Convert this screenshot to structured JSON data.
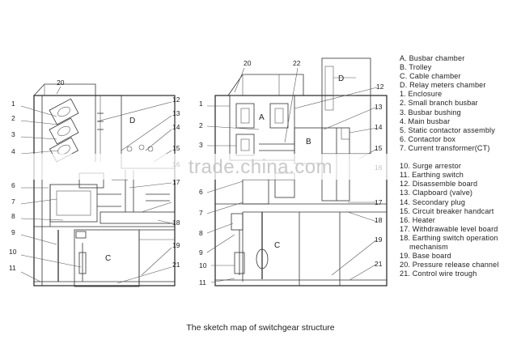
{
  "left_view": {
    "callouts": [
      "20",
      "1",
      "2",
      "3",
      "4",
      "6",
      "7",
      "8",
      "9",
      "10",
      "11",
      "12",
      "13",
      "14",
      "15",
      "16",
      "17",
      "18",
      "19",
      "21"
    ],
    "zones": [
      "D",
      "C"
    ]
  },
  "right_view": {
    "callouts": [
      "20",
      "22",
      "1",
      "2",
      "3",
      "6",
      "7",
      "8",
      "9",
      "10",
      "11",
      "12",
      "13",
      "14",
      "15",
      "16",
      "17",
      "18",
      "19",
      "21"
    ],
    "zones": [
      "D",
      "A",
      "B",
      "C"
    ]
  },
  "legend": [
    {
      "text": "A. Busbar chamber",
      "indent": false
    },
    {
      "text": "B. Trolley",
      "indent": false
    },
    {
      "text": "C. Cable chamber",
      "indent": false
    },
    {
      "text": "D. Relay meters chamber",
      "indent": false
    },
    {
      "text": "1. Enclosure",
      "indent": false
    },
    {
      "text": "2. Small branch busbar",
      "indent": false
    },
    {
      "text": "3. Busbar bushing",
      "indent": false
    },
    {
      "text": "4. Main busbar",
      "indent": false
    },
    {
      "text": "5. Static contactor assembly",
      "indent": false
    },
    {
      "text": "6. Contactor box",
      "indent": false
    },
    {
      "text": "7. Current transformer(CT)",
      "indent": false
    },
    {
      "text": "",
      "indent": false
    },
    {
      "text": "10. Surge arrestor",
      "indent": false
    },
    {
      "text": "11. Earthing switch",
      "indent": false
    },
    {
      "text": "12. Disassemble board",
      "indent": false
    },
    {
      "text": "13. Clapboard (valve)",
      "indent": false
    },
    {
      "text": "14. Secondary plug",
      "indent": false
    },
    {
      "text": "15. Circuit breaker handcart",
      "indent": false
    },
    {
      "text": "16. Heater",
      "indent": false
    },
    {
      "text": "17. Withdrawable level board",
      "indent": false
    },
    {
      "text": "18. Earthing switch operation",
      "indent": false
    },
    {
      "text": "mechanism",
      "indent": true
    },
    {
      "text": "19. Base board",
      "indent": false
    },
    {
      "text": "20. Pressure release channel",
      "indent": false
    },
    {
      "text": "21. Control wire trough",
      "indent": false
    }
  ],
  "caption": "The sketch map of switchgear structure",
  "watermark": "trade.china.com"
}
